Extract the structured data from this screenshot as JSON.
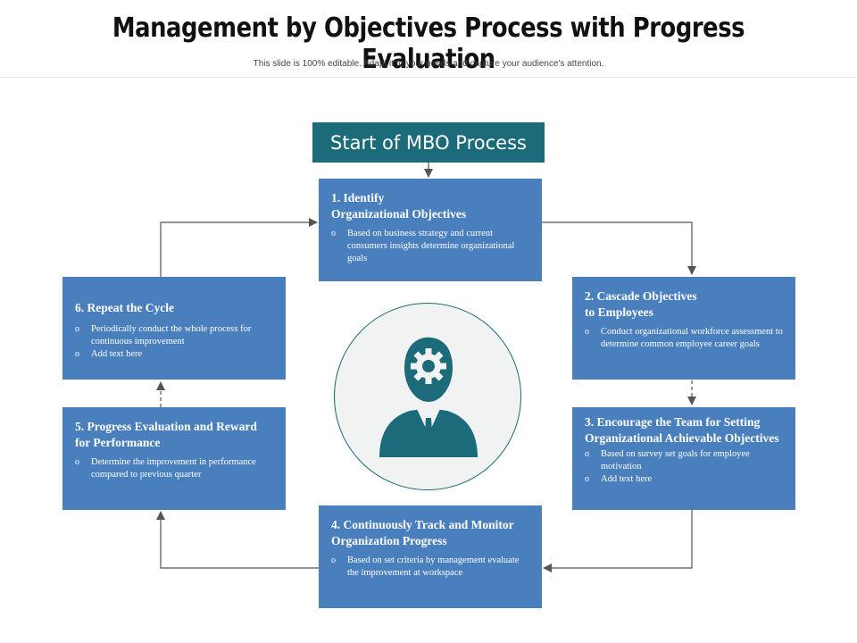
{
  "header": {
    "title": "Management by Objectives Process with Progress Evaluation",
    "subtitle": "This slide is 100% editable. Adapt it to your needs and capture your audience's attention."
  },
  "start": {
    "label": "Start of MBO Process"
  },
  "steps": [
    {
      "title_line1": "1. Identify",
      "title_line2": "Organizational Objectives",
      "bullets": [
        "Based on business strategy and current consumers insights determine organizational goals"
      ]
    },
    {
      "title_line1": "2. Cascade Objectives",
      "title_line2": "to Employees",
      "bullets": [
        "Conduct organizational workforce assessment to determine common employee career goals"
      ]
    },
    {
      "title_line1": "3. Encourage the Team for Setting Organizational Achievable Objectives",
      "title_line2": "",
      "bullets": [
        "Based on survey set goals for employee motivation",
        "Add text here"
      ]
    },
    {
      "title_line1": "4. Continuously Track and Monitor Organization Progress",
      "title_line2": "",
      "bullets": [
        "Based on set criteria by management evaluate the improvement at workspace"
      ]
    },
    {
      "title_line1": "5. Progress Evaluation and Reward for Performance",
      "title_line2": "",
      "bullets": [
        "Determine the improvement in performance compared to previous quarter"
      ]
    },
    {
      "title_line1": "6. Repeat the Cycle",
      "title_line2": "",
      "bullets": [
        "Periodically conduct the whole process for continuous improvement",
        "Add text here"
      ]
    }
  ],
  "center_icon": "businessman-with-gear-icon",
  "colors": {
    "box": "#4a7fbe",
    "accent": "#1b6b7a",
    "circle_fill": "#f1f2f2",
    "arrow": "#555555"
  }
}
